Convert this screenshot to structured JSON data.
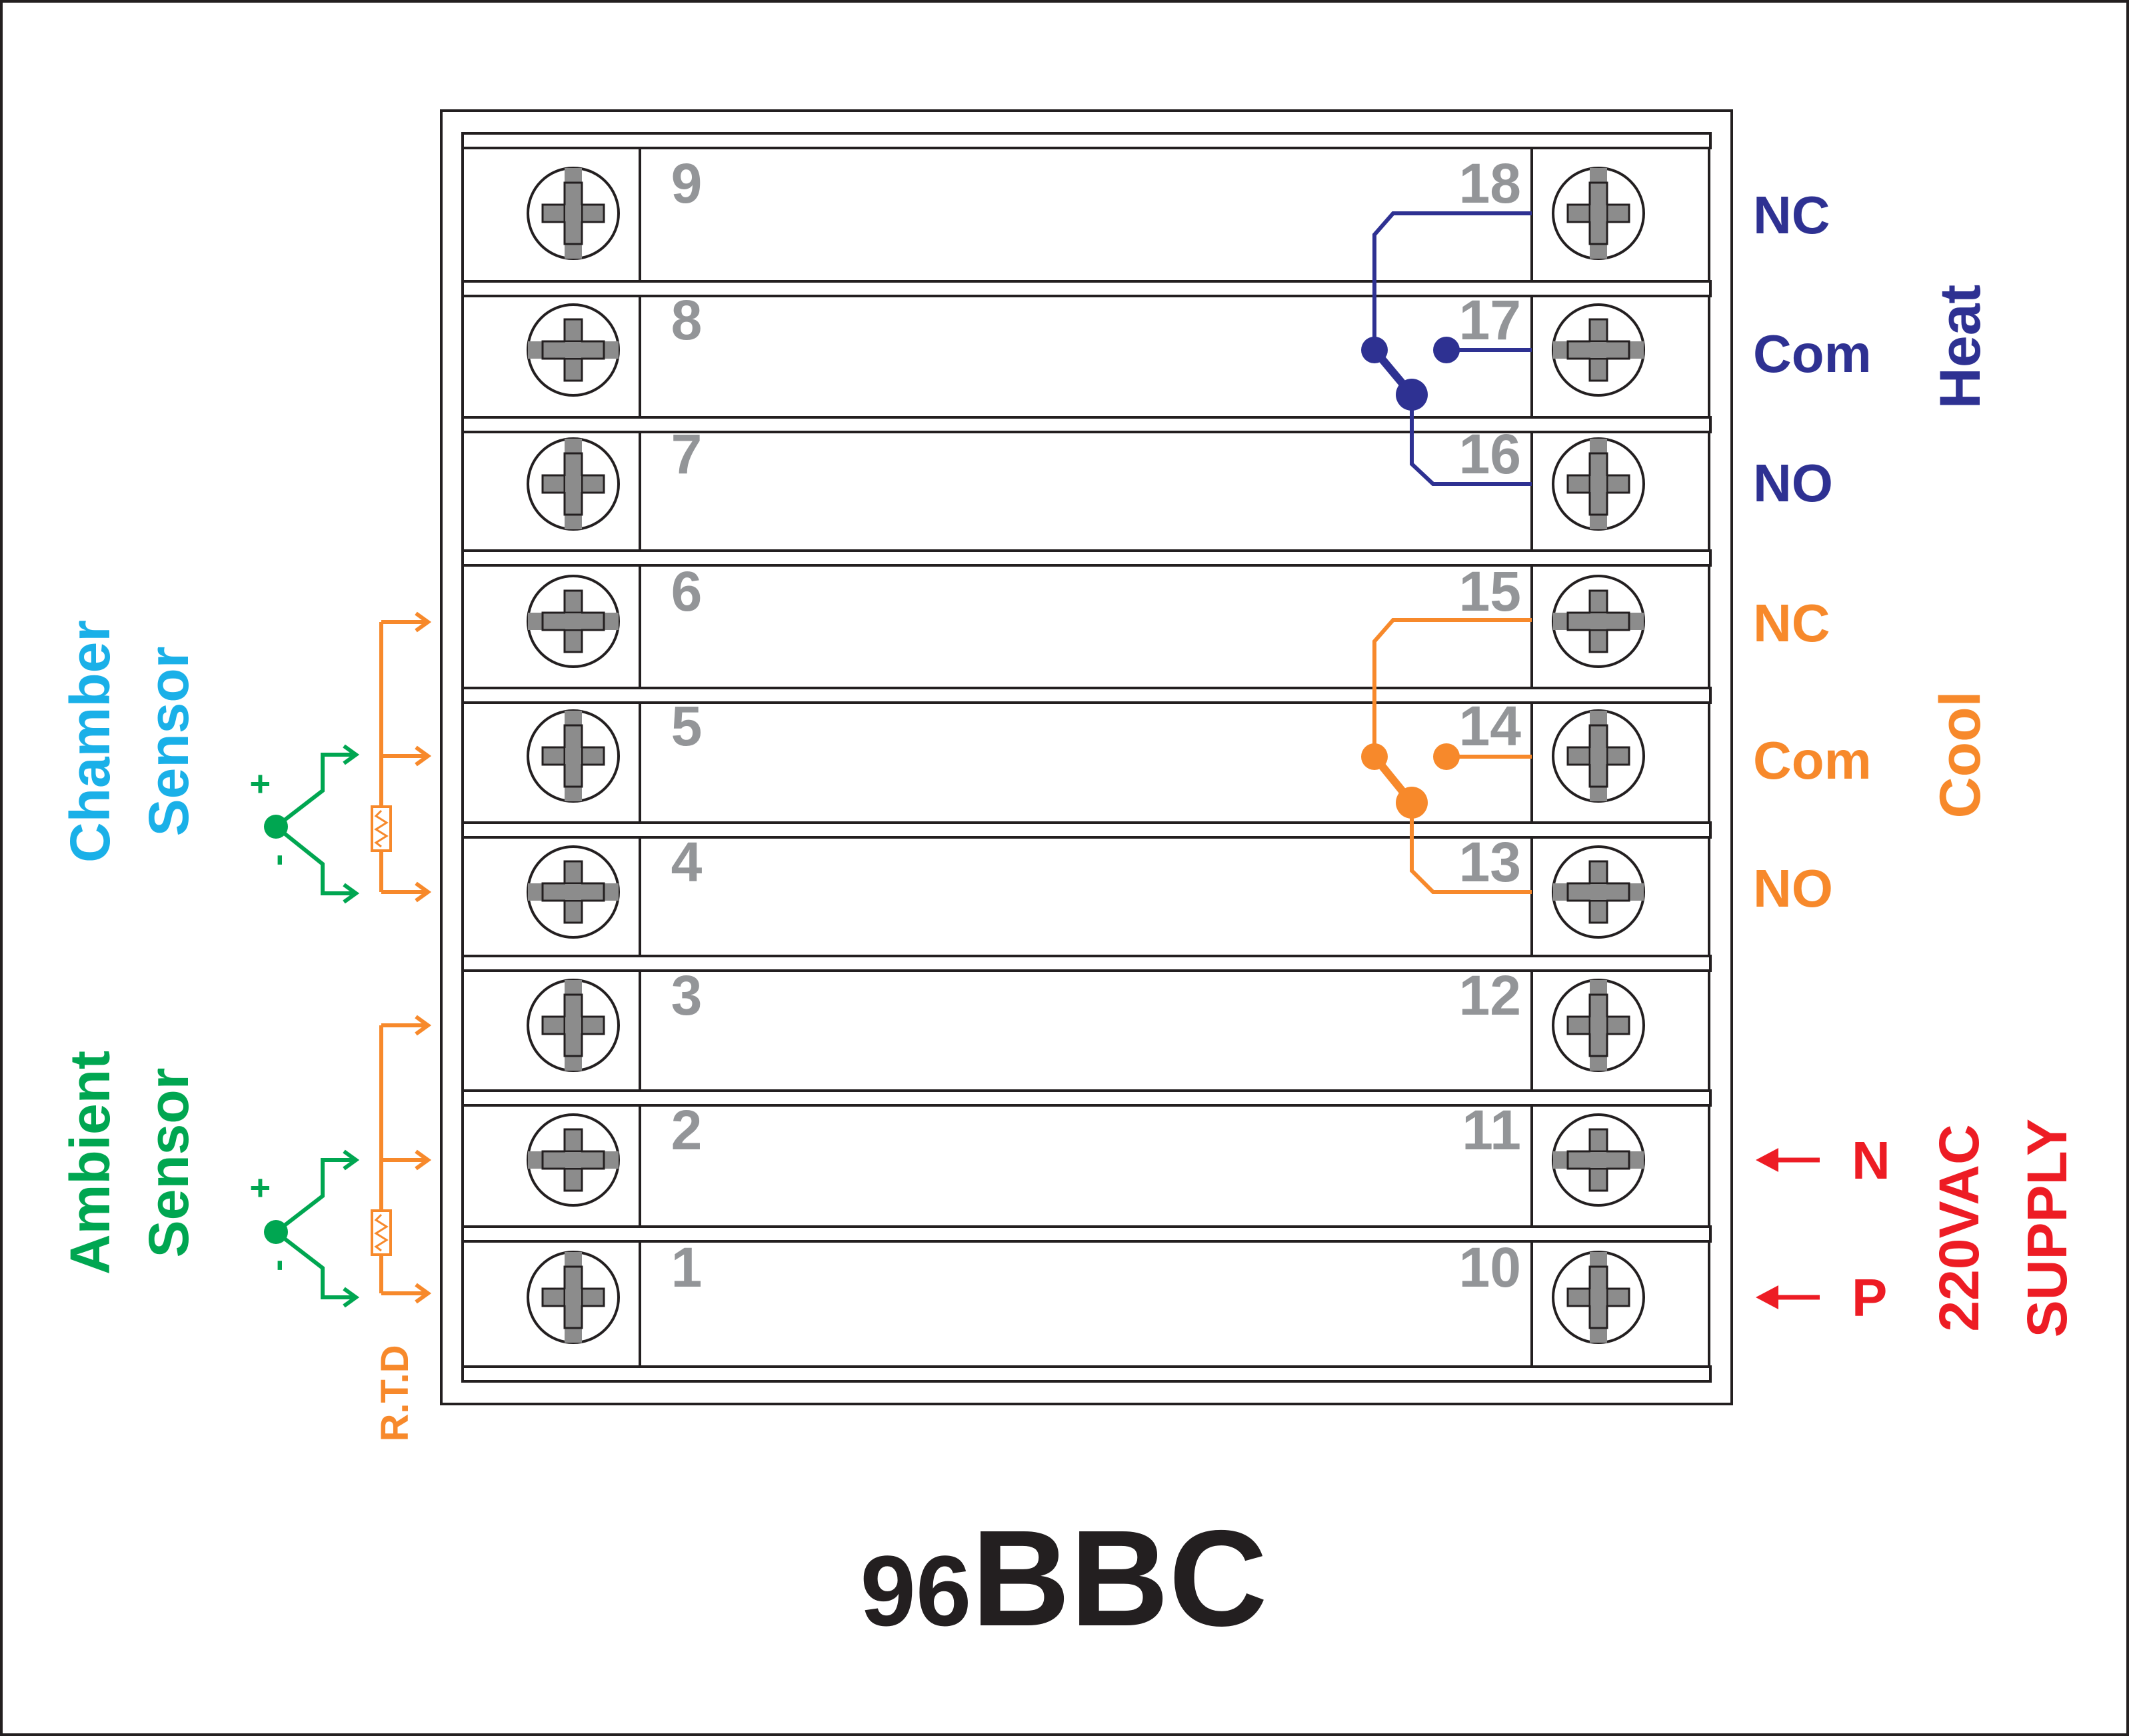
{
  "model": {
    "prefix": "96",
    "name": "BBC"
  },
  "colors": {
    "heat": "#2e3192",
    "cool": "#f7892b",
    "ambient": "#00a651",
    "chamber": "#1ab0e8",
    "supply": "#ed1c24",
    "terminal_number": "#939598",
    "screw": "#8c8c8c",
    "outline": "#231f20",
    "title": "#231f20"
  },
  "terminals": {
    "left": [
      "9",
      "8",
      "7",
      "6",
      "5",
      "4",
      "3",
      "2",
      "1"
    ],
    "right": [
      "18",
      "17",
      "16",
      "15",
      "14",
      "13",
      "12",
      "11",
      "10"
    ]
  },
  "heat": {
    "label": "Heat",
    "nc": "NC",
    "com": "Com",
    "no": "NO"
  },
  "cool": {
    "label": "Cool",
    "nc": "NC",
    "com": "Com",
    "no": "NO"
  },
  "supply": {
    "line1": "220VAC",
    "line2": "SUPPLY",
    "n": "N",
    "p": "P"
  },
  "chamber_sensor": {
    "line1": "Chamber",
    "line2": "Sensor",
    "plus": "+",
    "minus": "-"
  },
  "ambient_sensor": {
    "line1": "Ambient",
    "line2": "Sensor",
    "plus": "+",
    "minus": "-"
  },
  "rtd_label": "R.T.D"
}
